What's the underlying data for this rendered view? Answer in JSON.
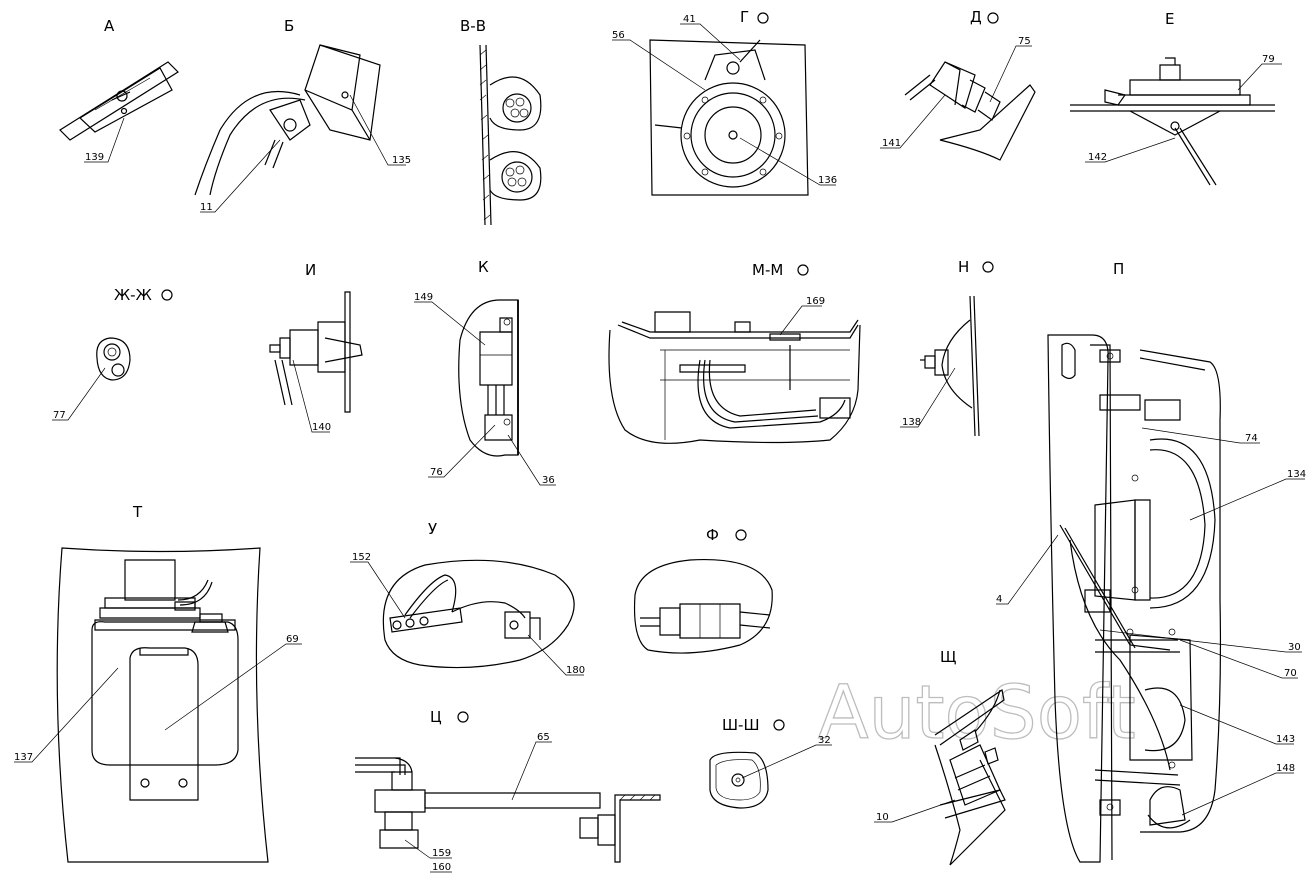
{
  "watermark": "AutoSoft",
  "views": {
    "A": "А",
    "B": "Б",
    "VV": "В-В",
    "G": "Г",
    "D": "Д",
    "E": "Е",
    "ZhZh": "Ж-Ж",
    "I": "И",
    "K": "К",
    "MM": "М-М",
    "N": "Н",
    "P": "П",
    "T": "Т",
    "U": "У",
    "F": "Ф",
    "Ts": "Ц",
    "ShSh": "Ш-Ш",
    "Shch": "Щ"
  },
  "callouts": {
    "c139": "139",
    "c11": "11",
    "c135": "135",
    "c41": "41",
    "c56": "56",
    "c136": "136",
    "c75": "75",
    "c141": "141",
    "c79": "79",
    "c142": "142",
    "c77": "77",
    "c140": "140",
    "c149": "149",
    "c76": "76",
    "c36": "36",
    "c169": "169",
    "c138": "138",
    "c74": "74",
    "c134": "134",
    "c4": "4",
    "c30": "30",
    "c70": "70",
    "c143": "143",
    "c148": "148",
    "c137": "137",
    "c69": "69",
    "c152": "152",
    "c180": "180",
    "c65": "65",
    "c159": "159",
    "c160": "160",
    "c32": "32",
    "c10": "10"
  }
}
